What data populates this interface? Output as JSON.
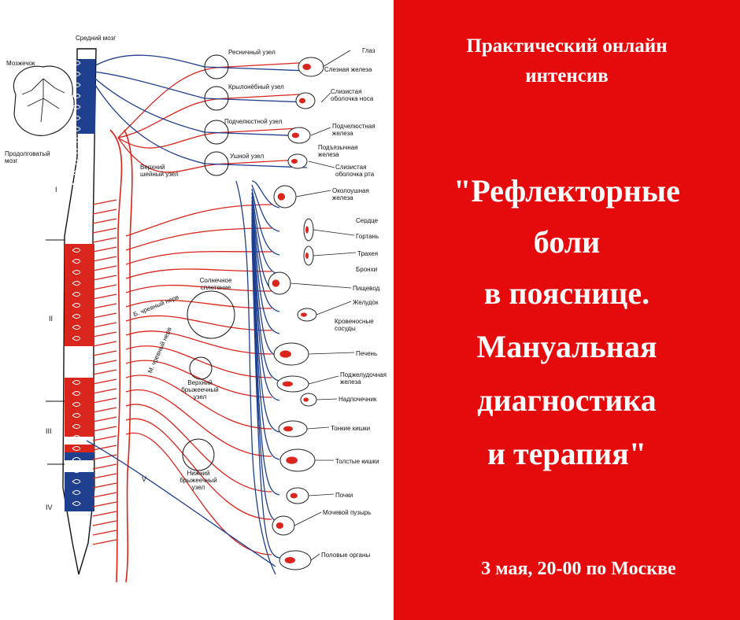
{
  "diagram": {
    "labels": {
      "srednij_mozg": "Средний мозг",
      "mozzhechok": "Мозжечок",
      "prodolgovatyj_mozg": "Продолговатый мозг",
      "verhnij_shejnyj_uzel": "Верхний шейный узел",
      "resnichnyj_uzel": "Ресничный узел",
      "krylonebnyj_uzel": "Крылонёбный узел",
      "podchelyustnoj_uzel": "Подчелюстной узел",
      "ushnoj_uzel": "Ушной узел",
      "glaz": "Глаз",
      "sleznaya_zheleza": "Слезная железа",
      "slizistaya_nosa": "Слизистая оболочка носа",
      "podchelyustnaya_zheleza": "Подчелюстная железа",
      "podyazychnaya_zheleza": "Подъязычная железа",
      "slizistaya_rta": "Слизистая оболочка рта",
      "okoloushnaya_zheleza": "Околоушная железа",
      "serdce": "Сердце",
      "gortan": "Гортань",
      "traheya": "Трахея",
      "bronhi": "Бронхи",
      "pishchevod": "Пищевод",
      "zheludok": "Желудок",
      "krovenosnye_sosudy": "Кровеносные сосуды",
      "pechen": "Печень",
      "podzheludochnaya_zheleza": "Поджелудочная железа",
      "nadpochechnik": "Надпочечник",
      "tonkie_kishki": "Тонкие кишки",
      "tolstye_kishki": "Толстые кишки",
      "pochki": "Почки",
      "mochevoj_puzyr": "Мочевой пузырь",
      "polovye_organy": "Половые органы",
      "solnechnoe_spletenie": "Солнечное сплетение",
      "b_chrevnyj_nerv": "Б. чревный нерв",
      "m_chrevnyj_nerv": "М. чревный нерв",
      "verhnij_bryzheechnyj_uzel": "Верхний брыжеечный узел",
      "nizhnij_bryzheechnyj_uzel": "Нижний брыжеечный узел",
      "roman_1": "I",
      "roman_2": "II",
      "roman_3": "III",
      "roman_4": "IV",
      "roman_5": "V"
    },
    "colors": {
      "sympathetic": "#d9251c",
      "parasympathetic": "#1f3f8f"
    }
  },
  "promo": {
    "subtitle_line1": "Практический онлайн",
    "subtitle_line2": "интенсив",
    "title_lines": [
      "\"Рефлекторные",
      "боли",
      "в пояснице.",
      "Мануальная",
      "диагностика",
      "и терапия\""
    ],
    "date": "3 мая, 20-00 по Москве",
    "background_color": "#e50a0b",
    "text_color": "#ffffff"
  }
}
